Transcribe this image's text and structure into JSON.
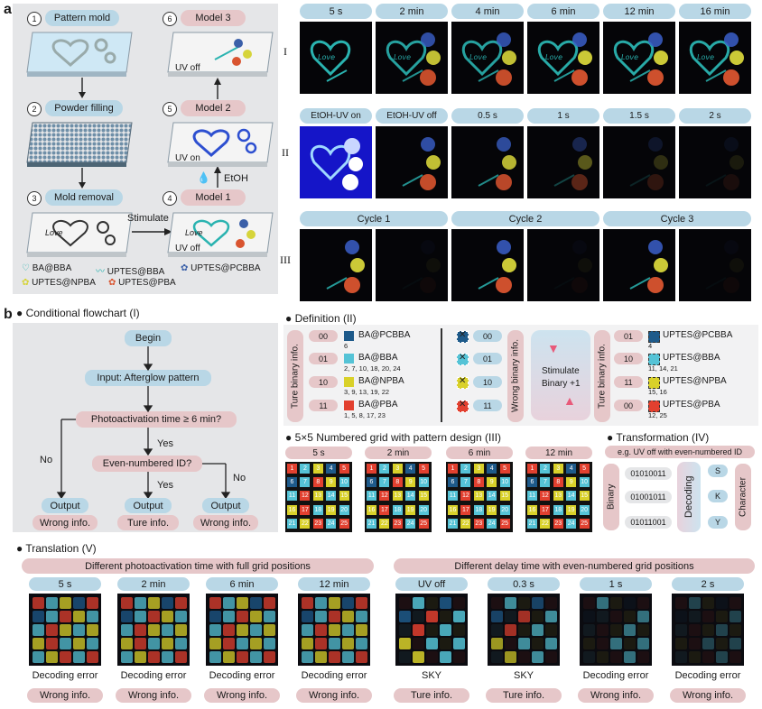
{
  "panel_a": {
    "letter": "a",
    "steps": [
      {
        "num": "1",
        "label": "Pattern mold"
      },
      {
        "num": "2",
        "label": "Powder filling"
      },
      {
        "num": "3",
        "label": "Mold removal"
      },
      {
        "num": "4",
        "label": "Model 1"
      },
      {
        "num": "5",
        "label": "Model 2"
      },
      {
        "num": "6",
        "label": "Model 3"
      }
    ],
    "stimulate_label": "Stimulate",
    "etoh_label": "EtOH",
    "uv_off_1": "UV off",
    "uv_on": "UV on",
    "uv_off_2": "UV off",
    "love_text": "Love",
    "legend": [
      {
        "name": "BA@BBA",
        "color": "#2ab3b0"
      },
      {
        "name": "UPTES@BBA",
        "color": "#2ab3b0"
      },
      {
        "name": "UPTES@PCBBA",
        "color": "#3a5fa8"
      },
      {
        "name": "UPTES@NPBA",
        "color": "#d6d43a"
      },
      {
        "name": "UPTES@PBA",
        "color": "#d9542f"
      }
    ],
    "row_I": {
      "label": "I",
      "times": [
        "5 s",
        "2 min",
        "4 min",
        "6 min",
        "12 min",
        "16 min"
      ]
    },
    "row_II": {
      "label": "II",
      "times": [
        "EtOH-UV on",
        "EtOH-UV off",
        "0.5 s",
        "1 s",
        "1.5 s",
        "2 s"
      ]
    },
    "row_III": {
      "label": "III",
      "cycles": [
        "Cycle 1",
        "Cycle 2",
        "Cycle 3"
      ]
    }
  },
  "panel_b": {
    "letter": "b",
    "flowchart": {
      "title": "Conditional flowchart (I)",
      "begin": "Begin",
      "input": "Input: Afterglow pattern",
      "cond1": "Photoactivation time ≥ 6 min?",
      "cond2": "Even-numbered ID?",
      "yes1": "Yes",
      "yes2": "Yes",
      "no1": "No",
      "no2": "No",
      "output": "Output",
      "wrong": "Wrong info.",
      "true": "Ture info."
    },
    "definition": {
      "title": "Definition (II)",
      "ture_binary_label": "Ture binary info.",
      "wrong_binary_label": "Wrong binary info.",
      "left_rows": [
        {
          "code": "00",
          "name": "BA@PCBBA",
          "ids": "6",
          "color": "#1e5a8a"
        },
        {
          "code": "01",
          "name": "BA@BBA",
          "ids": "2, 7, 10, 18, 20, 24",
          "color": "#55c3d6"
        },
        {
          "code": "10",
          "name": "BA@NPBA",
          "ids": "3, 9, 13, 19, 22",
          "color": "#d9d12a"
        },
        {
          "code": "11",
          "name": "BA@PBA",
          "ids": "1, 5, 8, 17, 23",
          "color": "#e2402f"
        }
      ],
      "wrong_codes": [
        "00",
        "01",
        "10",
        "11"
      ],
      "stimulate": "Stimulate",
      "binary_plus": "Binary +1",
      "right_rows": [
        {
          "code": "01",
          "name": "UPTES@PCBBA",
          "ids": "4",
          "color": "#1e5a8a"
        },
        {
          "code": "10",
          "name": "UPTES@BBA",
          "ids": "11, 14, 21",
          "color": "#55c3d6"
        },
        {
          "code": "11",
          "name": "UPTES@NPBA",
          "ids": "15, 16",
          "color": "#d9d12a"
        },
        {
          "code": "00",
          "name": "UPTES@PBA",
          "ids": "12, 25",
          "color": "#e2402f"
        }
      ]
    },
    "grid": {
      "title": "5×5 Numbered grid with pattern design (III)",
      "times": [
        "5 s",
        "2 min",
        "6 min",
        "12 min"
      ]
    },
    "transformation": {
      "title": "Transformation (IV)",
      "example": "e.g. UV off with even-numbered ID",
      "binary_label": "Binary",
      "decoding_label": "Decoding",
      "character_label": "Character",
      "binaries": [
        "01010011",
        "01001011",
        "01011001"
      ],
      "chars": [
        "S",
        "K",
        "Y"
      ]
    },
    "translation": {
      "title": "Translation (V)",
      "left_header": "Different photoactivation time with full grid positions",
      "right_header": "Different delay time with even-numbered grid positions",
      "items": [
        {
          "time": "5 s",
          "result": "Decoding error",
          "info": "Wrong info."
        },
        {
          "time": "2 min",
          "result": "Decoding error",
          "info": "Wrong info."
        },
        {
          "time": "6 min",
          "result": "Decoding error",
          "info": "Wrong info."
        },
        {
          "time": "12 min",
          "result": "Decoding error",
          "info": "Wrong info."
        },
        {
          "time": "UV off",
          "result": "SKY",
          "info": "Ture info."
        },
        {
          "time": "0.3 s",
          "result": "SKY",
          "info": "Ture info."
        },
        {
          "time": "1 s",
          "result": "Decoding error",
          "info": "Wrong info."
        },
        {
          "time": "2 s",
          "result": "Decoding error",
          "info": "Wrong info."
        }
      ]
    }
  }
}
